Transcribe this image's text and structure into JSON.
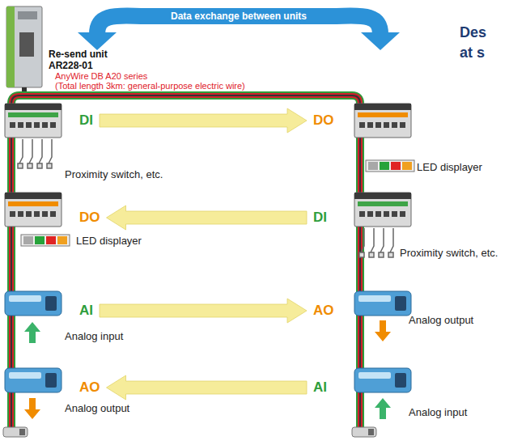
{
  "diagram": {
    "nodes": [
      {
        "text": [
          "DI"
        ]
      },
      {
        "text": [
          "DO"
        ]
      },
      {
        "text": [
          "DO"
        ]
      },
      {
        "text": [
          "DI"
        ]
      },
      {
        "text": [
          "AI"
        ]
      },
      {
        "text": [
          "AO"
        ]
      },
      {
        "text": [
          "AO"
        ]
      },
      {
        "text": [
          "AI"
        ]
      }
    ],
    "edges": [
      {
        "from": 0,
        "to": 1,
        "arrow": "to"
      },
      {
        "from": 3,
        "to": 2,
        "arrow": "to"
      },
      {
        "from": 4,
        "to": 5,
        "arrow": "to"
      },
      {
        "from": 7,
        "to": 6,
        "arrow": "to"
      }
    ],
    "labels": [
      "Data exchange between units",
      "Des at s",
      "Re-send unit AR228-01",
      "AnyWire DB A20 series",
      "(Total length 3km: general-purpose electric wire)",
      "LED displayer",
      "Proximity switch, etc.",
      "LED displayer",
      "Proximity switch, etc.",
      "Analog output",
      "Analog input",
      "Analog output",
      "Analog input"
    ]
  }
}
